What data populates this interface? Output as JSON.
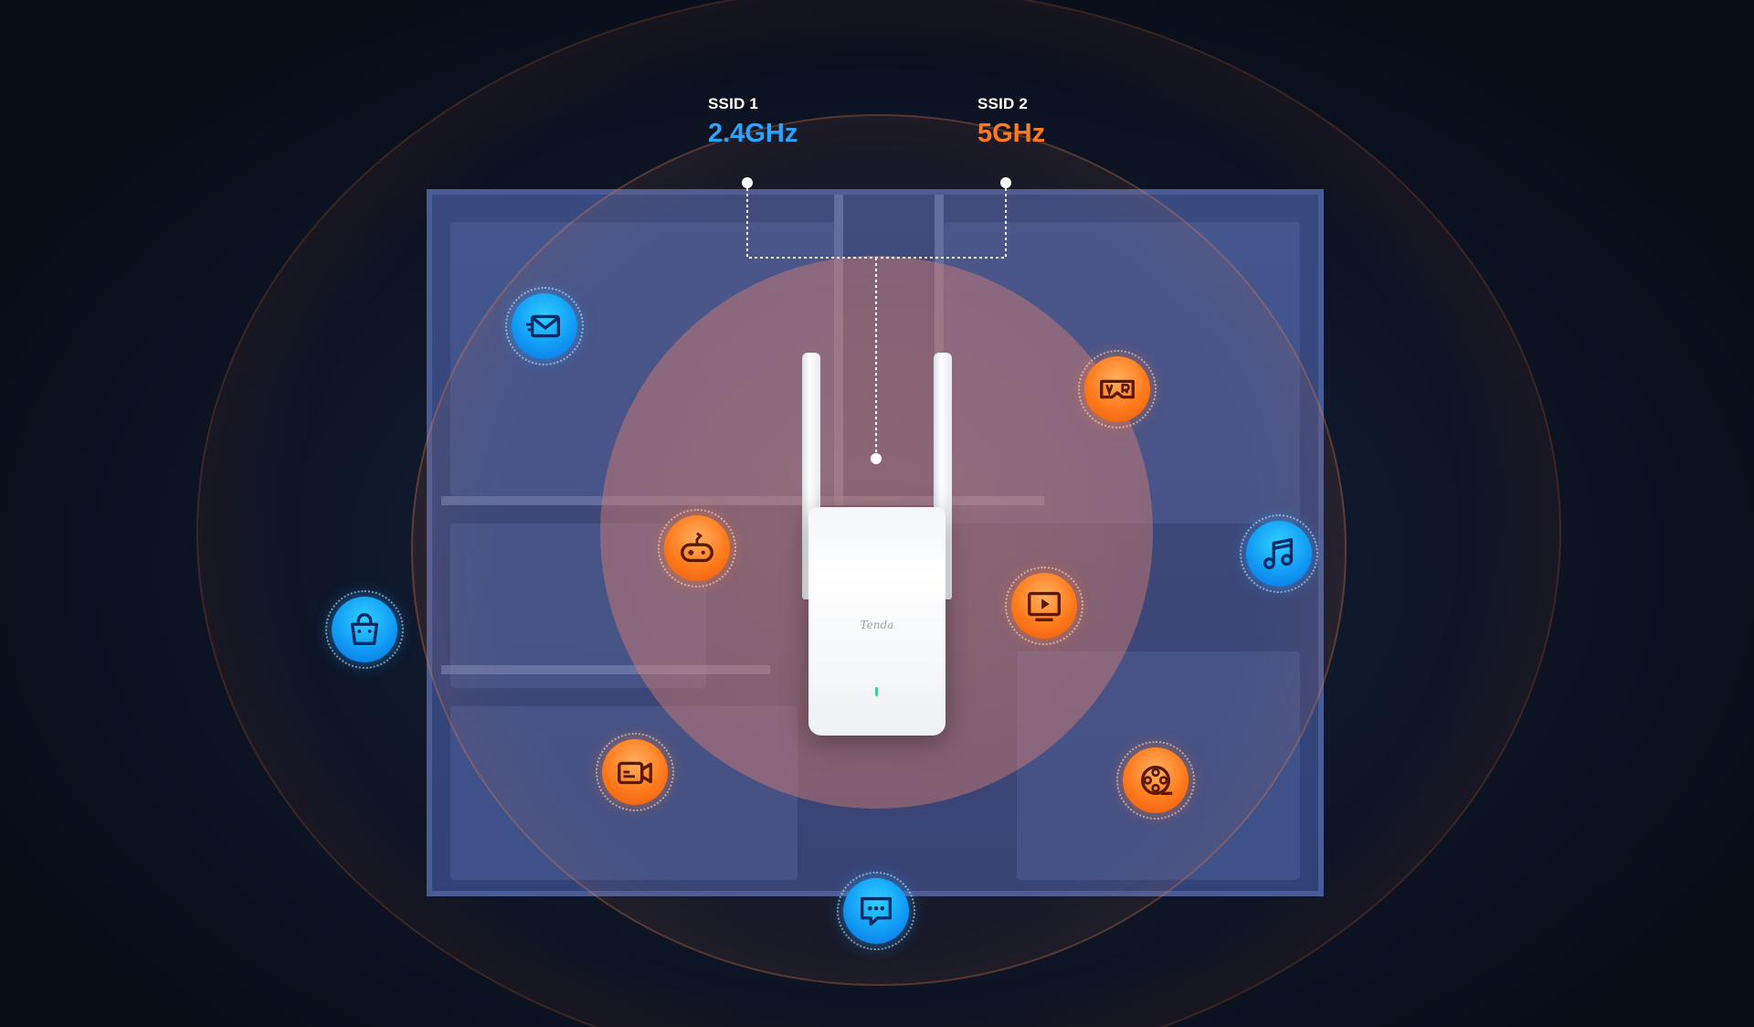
{
  "ssids": [
    {
      "name": "SSID 1",
      "band": "2.4GHz",
      "color": "#2aa4ff"
    },
    {
      "name": "SSID 2",
      "band": "5GHz",
      "color": "#ff7a1c"
    }
  ],
  "device": {
    "logo": "Tenda",
    "led_color": "#3ccf8e"
  },
  "icons": [
    {
      "id": "mail",
      "name": "mail-icon",
      "color": "blue"
    },
    {
      "id": "shopping",
      "name": "shopping-bag-icon",
      "color": "blue"
    },
    {
      "id": "game",
      "name": "gamepad-icon",
      "color": "orange"
    },
    {
      "id": "video-call",
      "name": "video-camera-icon",
      "color": "orange"
    },
    {
      "id": "chat",
      "name": "chat-icon",
      "color": "blue"
    },
    {
      "id": "vr",
      "name": "vr-headset-icon",
      "color": "orange"
    },
    {
      "id": "music",
      "name": "music-note-icon",
      "color": "blue"
    },
    {
      "id": "tv",
      "name": "tv-play-icon",
      "color": "orange"
    },
    {
      "id": "film",
      "name": "film-reel-icon",
      "color": "orange"
    }
  ],
  "colors": {
    "blue_accent": "#2aa4ff",
    "orange_accent": "#ff7a1c",
    "background": "#0a1020"
  }
}
